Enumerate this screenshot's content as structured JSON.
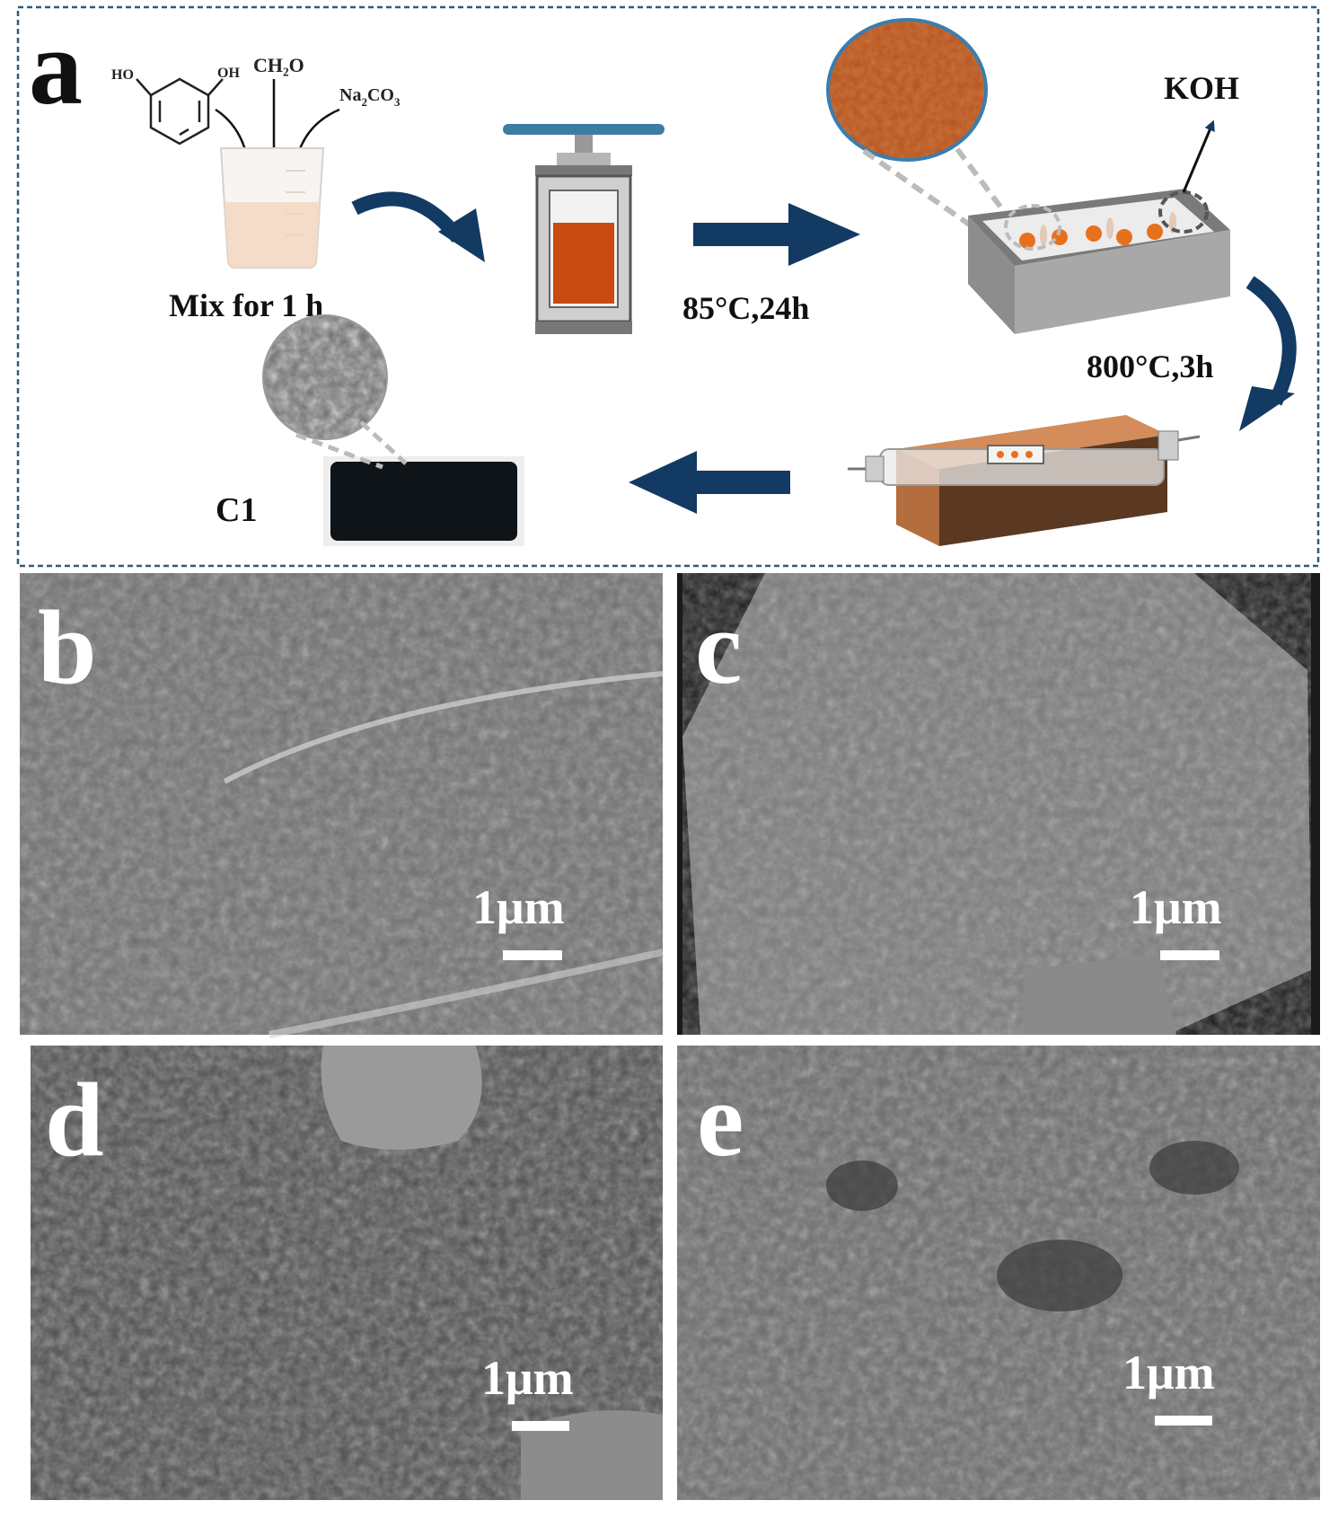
{
  "panel_a": {
    "letter": "a",
    "reagents": {
      "oh1": "HO",
      "oh2": "OH",
      "formaldehyde": "CH₂O",
      "carbonate_main": "Na",
      "carbonate_sub2": "2",
      "carbonate_co": "CO",
      "carbonate_sub3": "3"
    },
    "mix_label": "Mix for 1 h",
    "hydrothermal_label": "85°C,24h",
    "koh_label": "KOH",
    "furnace_label": "800°C,3h",
    "product_label": "C1"
  },
  "sem_panels": [
    {
      "letter": "b",
      "scale": "1μm"
    },
    {
      "letter": "c",
      "scale": "1μm"
    },
    {
      "letter": "d",
      "scale": "1μm"
    },
    {
      "letter": "e",
      "scale": "1μm"
    }
  ],
  "colors": {
    "arrow": "#123a63",
    "border": "#2f5b7a",
    "powder": "#b4501d",
    "copper": "#d38c5a"
  }
}
